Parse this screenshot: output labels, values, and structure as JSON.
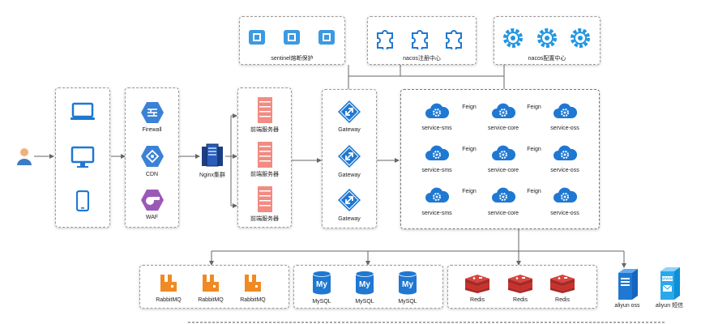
{
  "top": {
    "sentinel_label": "sentinel熔断保护",
    "nacos_registry_label": "nacos注册中心",
    "nacos_config_label": "nacos配置中心"
  },
  "edge": {
    "firewall_label": "Firewall",
    "cdn_label": "CDN",
    "waf_label": "WAF"
  },
  "nginx_label": "Nginx集群",
  "frontend_servers": [
    "前端服务器",
    "前端服务器",
    "前端服务器"
  ],
  "gateways": [
    "Gateway",
    "Gateway",
    "Gateway"
  ],
  "services": {
    "rows": [
      {
        "sms": "service-sms",
        "core": "service-core",
        "oss": "service-oss",
        "link1": "Feign",
        "link2": "Feign"
      },
      {
        "sms": "service-sms",
        "core": "service-core",
        "oss": "service-oss",
        "link1": "Feign",
        "link2": "Feign"
      },
      {
        "sms": "service-sms",
        "core": "service-core",
        "oss": "service-oss",
        "link1": "Feign",
        "link2": "Feign"
      }
    ]
  },
  "storage": {
    "rabbitmq": [
      "RabbitMQ",
      "RabbitMQ",
      "RabbitMQ"
    ],
    "mysql": [
      "MySQL",
      "MySQL",
      "MySQL"
    ],
    "redis": [
      "Redis",
      "Redis",
      "Redis"
    ],
    "aliyun_oss": "aliyun oss",
    "aliyun_sms": "aliyun 短信"
  },
  "icons": {
    "user": "user-icon",
    "laptop": "laptop-icon",
    "monitor": "monitor-icon",
    "phone": "phone-icon",
    "firewall": "firewall-icon",
    "cdn": "cdn-icon",
    "waf": "waf-icon",
    "nginx": "server-cluster-icon",
    "frontend": "server-icon",
    "gateway": "gateway-icon",
    "service": "cloud-gear-icon",
    "sentinel": "chip-icon",
    "nacos_registry": "puzzle-icon",
    "nacos_config": "gear-icon",
    "rabbitmq": "rabbitmq-icon",
    "mysql": "mysql-icon",
    "redis": "redis-icon",
    "oss": "oss-server-icon",
    "sms": "sms-server-icon"
  },
  "colors": {
    "blue": "#1f78d1",
    "light_blue": "#3b9ae1",
    "red": "#e05555",
    "orange": "#f08a24",
    "redis_red": "#c9302c",
    "purple": "#8e5bc0"
  }
}
